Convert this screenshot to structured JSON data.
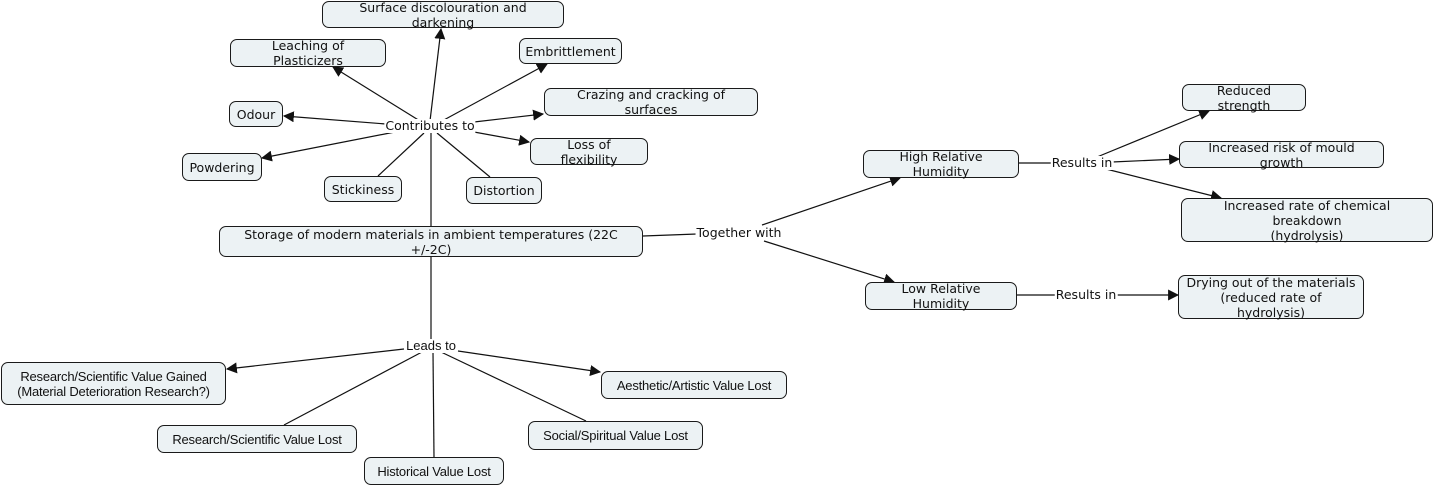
{
  "diagram": {
    "type": "concept-map",
    "colors": {
      "node_fill": "#ecf2f4",
      "node_border": "#1a1a1a",
      "line": "#111111"
    },
    "central": {
      "label": "Storage of modern materials in ambient temperatures (22C +/-2C)"
    },
    "link_labels": {
      "contributes_to": "Contributes to",
      "together_with": "Together with",
      "results_in_high": "Results in",
      "results_in_low": "Results in",
      "leads_to": "Leads to"
    },
    "contributes_to": {
      "surface": "Surface discolouration and darkening",
      "leaching": "Leaching of Plasticizers",
      "embrittlement": "Embrittlement",
      "crazing": "Crazing and cracking of surfaces",
      "odour": "Odour",
      "flexibility": "Loss of flexibility",
      "powdering": "Powdering",
      "stickiness": "Stickiness",
      "distortion": "Distortion"
    },
    "together_with": {
      "high_rh": "High Relative Humidity",
      "low_rh": "Low Relative Humidity"
    },
    "high_rh_results": {
      "strength": "Reduced strength",
      "mould": "Increased risk of mould growth",
      "chemical": "Increased rate of chemical breakdown\n(hydrolysis)"
    },
    "low_rh_results": {
      "drying": "Drying out of the materials\n(reduced rate of hydrolysis)"
    },
    "leads_to": {
      "research_gained": "Research/Scientific Value Gained\n(Material Deterioration Research?)",
      "aesthetic": "Aesthetic/Artistic Value Lost",
      "research_lost": "Research/Scientific Value Lost",
      "social": "Social/Spiritual Value Lost",
      "historical": "Historical Value Lost"
    }
  }
}
